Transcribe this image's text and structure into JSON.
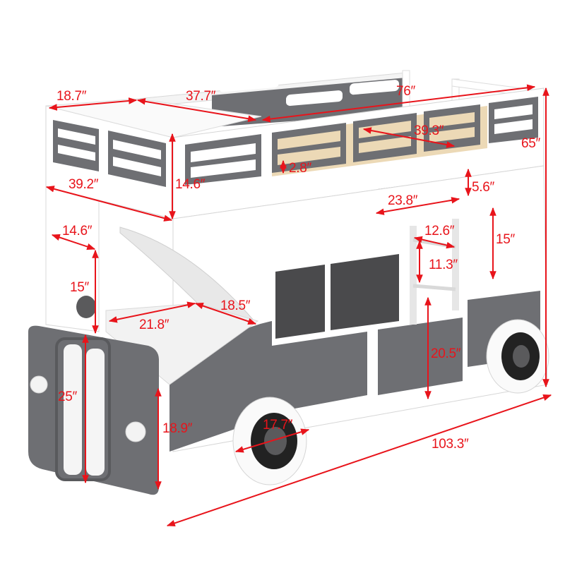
{
  "product": {
    "name": "Double-decker bus bunk bed",
    "colors": {
      "frame": "#ffffff",
      "panel": "#6e6f73",
      "panel_dark": "#4a4a4c",
      "slats": "#ecd9b6",
      "wheel_hub": "#222222",
      "dimension_line": "#e8141b"
    }
  },
  "dimensions": {
    "top_rail_end_width": "18.7″",
    "top_rail_side_length": "37.7″",
    "overall_length_top": "76″",
    "mattress_length": "39.3″",
    "overall_height": "65″",
    "slat_gap": "2.8″",
    "upper_guard_height": "14.6″",
    "upper_bed_width": "39.2″",
    "lower_panel_height": "5.6″",
    "lower_panel_width": "23.8″",
    "front_window_width": "14.6″",
    "front_window_height": "15″",
    "ladder_width": "12.6″",
    "ladder_step_spacing": "11.3″",
    "side_window_height": "15″",
    "hood_length": "18.5″",
    "cab_width": "21.8″",
    "lower_clearance": "20.5″",
    "grille_height": "25″",
    "front_panel_height": "18.9″",
    "wheel_diameter": "17.7″",
    "overall_length_bottom": "103.3″"
  }
}
